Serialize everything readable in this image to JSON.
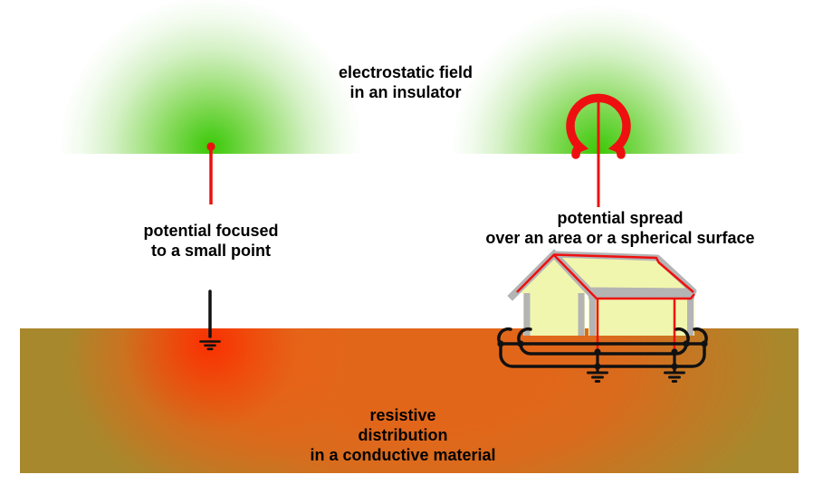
{
  "colors": {
    "background": "#ffffff",
    "text": "#000000",
    "red": "#ee1010",
    "green_core": "#3dc906",
    "line_black": "#111111",
    "ground_olive": "#a8882c",
    "ground_orange": "#e2661a",
    "ground_red_glow": "#fa2d00",
    "house_wall": "#f1f6ae",
    "house_frame": "#b4b4b4"
  },
  "labels": {
    "electrostatic_field": {
      "line1": "electrostatic field",
      "line2": "in an insulator"
    },
    "potential_focused": {
      "line1": "potential focused",
      "line2": "to a small point"
    },
    "potential_spread": {
      "line1": "potential spread",
      "line2": "over an area or a spherical surface"
    },
    "resistive_distribution": {
      "line1": "resistive",
      "line2": "distribution",
      "line3": "in a conductive material"
    }
  },
  "figures": {
    "left_glow": "electrostatic-field-glow",
    "right_glow": "electrostatic-field-glow",
    "point_electrode": "point-electrode-icon",
    "point_earth_rod": "earth-rod-with-ground-symbol-icon",
    "spherical_electrode": "spherical-electrode-icon",
    "house": "house-with-lightning-protection-icon",
    "earthing_ring": "ring-earth-electrode-icon",
    "ground_symbols": "earth-ground-symbol-icon",
    "ground_volume": "conductive-ground-volume"
  }
}
